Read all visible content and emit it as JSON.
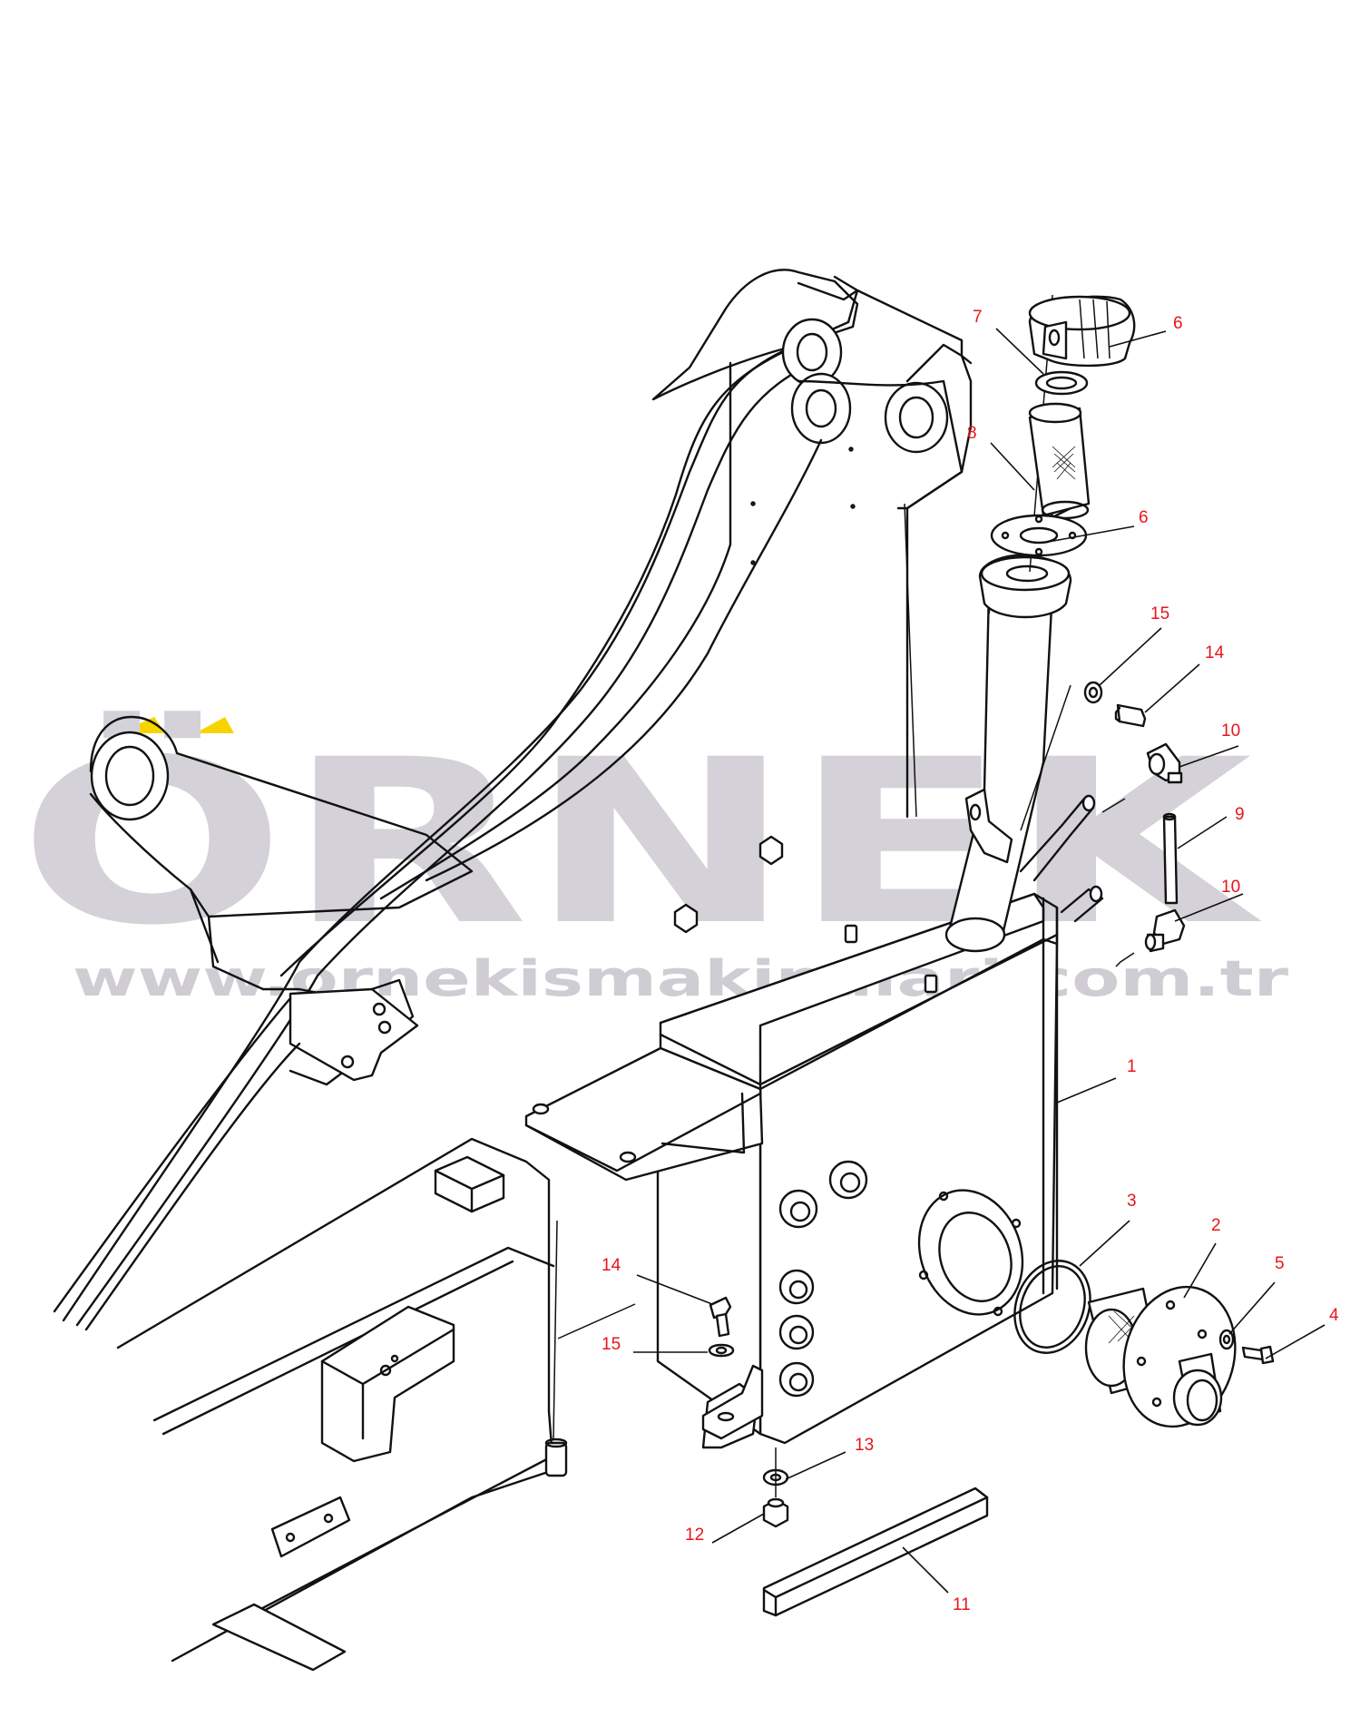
{
  "watermark": {
    "brand": "ÖRNEK",
    "url": "www.ornekismakinalari.com.tr",
    "brand_color": "#d4d2d8",
    "accent_color": "#f6d400"
  },
  "parts": [
    {
      "id": "label-1",
      "text": "1"
    },
    {
      "id": "label-2",
      "text": "2"
    },
    {
      "id": "label-3",
      "text": "3"
    },
    {
      "id": "label-4",
      "text": "4"
    },
    {
      "id": "label-5",
      "text": "5"
    },
    {
      "id": "label-6a",
      "text": "6"
    },
    {
      "id": "label-6b",
      "text": "6"
    },
    {
      "id": "label-7",
      "text": "7"
    },
    {
      "id": "label-8",
      "text": "8"
    },
    {
      "id": "label-9",
      "text": "9"
    },
    {
      "id": "label-10a",
      "text": "10"
    },
    {
      "id": "label-10b",
      "text": "10"
    },
    {
      "id": "label-11",
      "text": "11"
    },
    {
      "id": "label-12",
      "text": "12"
    },
    {
      "id": "label-13",
      "text": "13"
    },
    {
      "id": "label-14a",
      "text": "14"
    },
    {
      "id": "label-14b",
      "text": "14"
    },
    {
      "id": "label-15a",
      "text": "15"
    },
    {
      "id": "label-15b",
      "text": "15"
    }
  ],
  "colors": {
    "label": "#e8141b",
    "line": "#111111",
    "background": "#ffffff"
  }
}
